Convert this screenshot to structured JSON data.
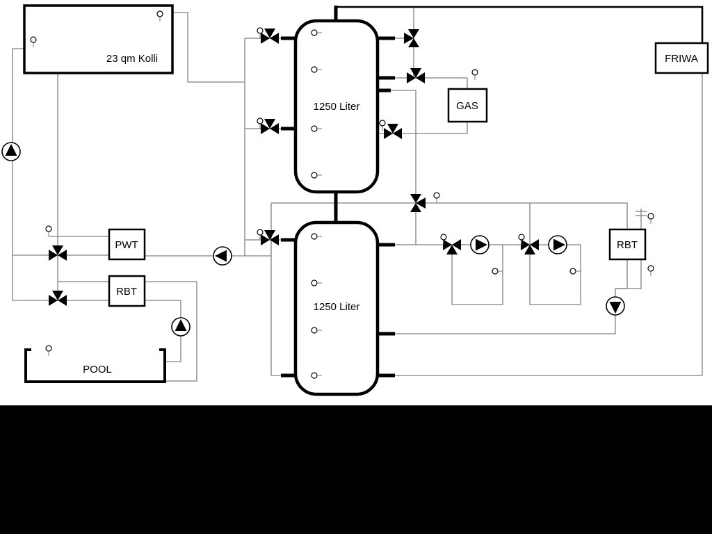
{
  "diagram": {
    "type": "hydraulic-heating-schematic",
    "background_color": "#ffffff",
    "pipe_color": "#808080",
    "component_color": "#000000",
    "footer_color": "#000000",
    "labels": {
      "collector": "23 qm Kolli",
      "tank1": "1250 Liter",
      "tank2": "1250 Liter",
      "gas": "GAS",
      "friwa": "FRIWA",
      "pwt": "PWT",
      "rbt_left": "RBT",
      "rbt_right": "RBT",
      "pool": "POOL"
    },
    "icons": {
      "pump": "circle-with-solid-triangle",
      "three-way-valve": "black-bowtie-with-branch-triangle",
      "sensor": "small-circle-with-stem"
    }
  }
}
